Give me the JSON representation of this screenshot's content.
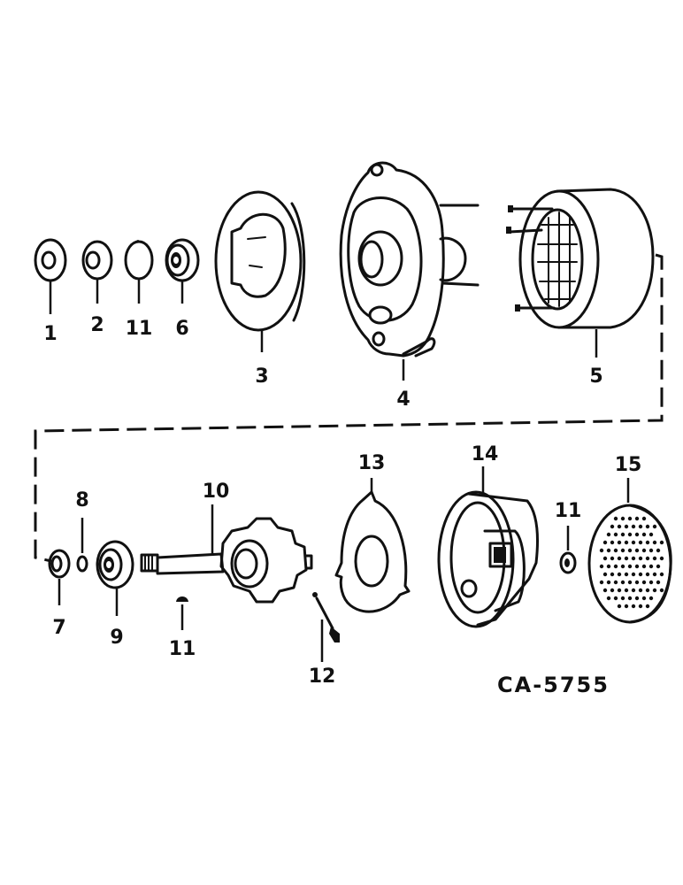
{
  "diagram": {
    "reference_code": "CA-5755",
    "parts": [
      {
        "id": "p1",
        "label": "1"
      },
      {
        "id": "p2",
        "label": "2"
      },
      {
        "id": "p11a",
        "label": "11"
      },
      {
        "id": "p6",
        "label": "6"
      },
      {
        "id": "p3",
        "label": "3"
      },
      {
        "id": "p4",
        "label": "4"
      },
      {
        "id": "p5",
        "label": "5"
      },
      {
        "id": "p7",
        "label": "7"
      },
      {
        "id": "p8",
        "label": "8"
      },
      {
        "id": "p9",
        "label": "9"
      },
      {
        "id": "p10",
        "label": "10"
      },
      {
        "id": "p11b",
        "label": "11"
      },
      {
        "id": "p12",
        "label": "12"
      },
      {
        "id": "p13",
        "label": "13"
      },
      {
        "id": "p14",
        "label": "14"
      },
      {
        "id": "p11c",
        "label": "11"
      },
      {
        "id": "p15",
        "label": "15"
      }
    ]
  }
}
